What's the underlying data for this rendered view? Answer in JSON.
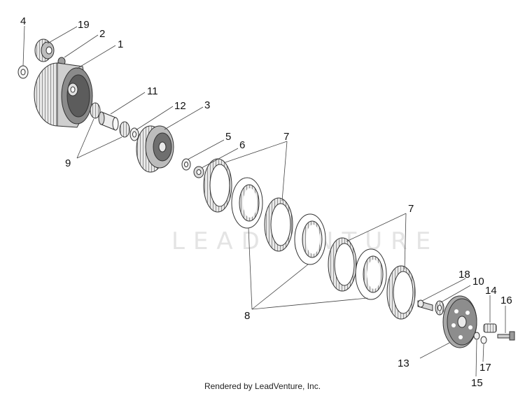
{
  "watermark": "LEADVENTURE",
  "footer": "Rendered by LeadVenture, Inc.",
  "callouts": [
    "4",
    "19",
    "2",
    "1",
    "11",
    "12",
    "3",
    "9",
    "5",
    "6",
    "7",
    "7",
    "8",
    "18",
    "10",
    "14",
    "16",
    "13",
    "17",
    "15"
  ]
}
